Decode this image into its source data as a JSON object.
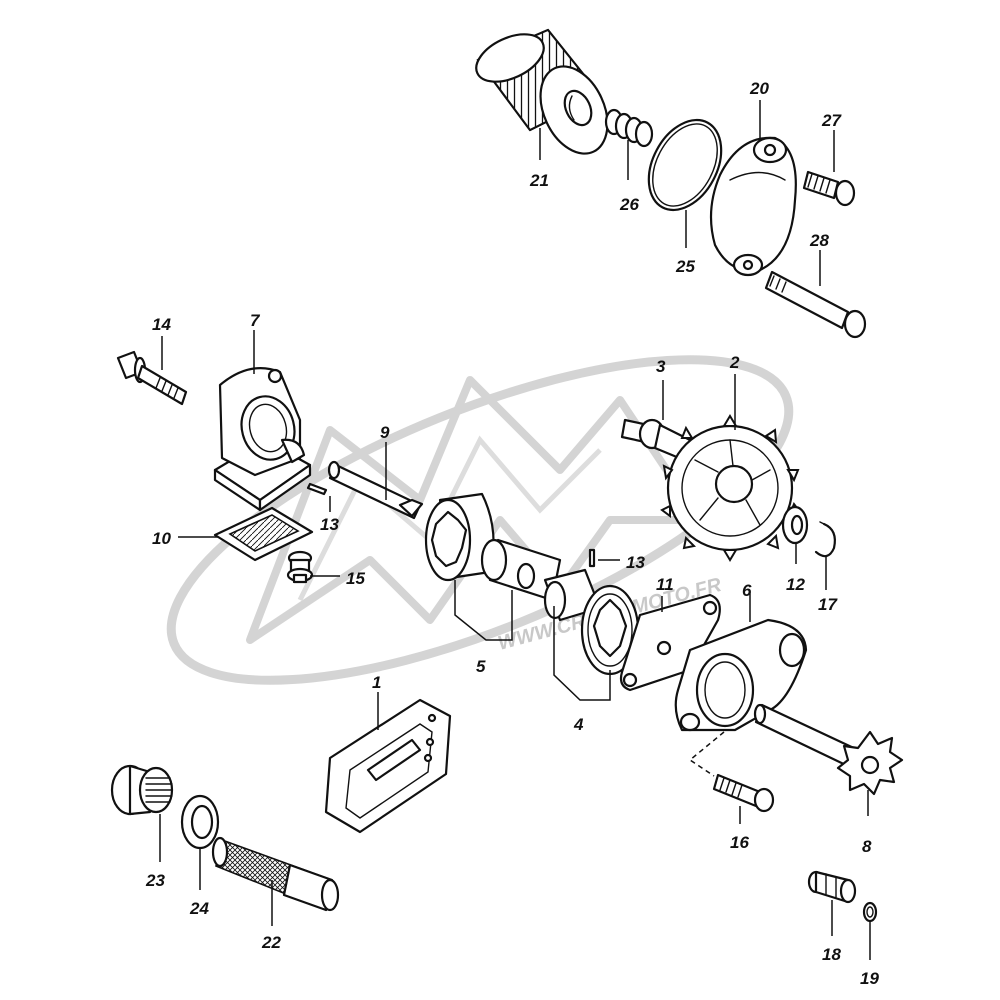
{
  "diagram": {
    "watermark_text": "WWW.CROSS-MOTO.FR",
    "callouts": {
      "c1": "1",
      "c2": "2",
      "c3": "3",
      "c4": "4",
      "c5": "5",
      "c6": "6",
      "c7": "7",
      "c8": "8",
      "c9": "9",
      "c10": "10",
      "c11": "11",
      "c12": "12",
      "c13a": "13",
      "c13b": "13",
      "c14": "14",
      "c15": "15",
      "c16": "16",
      "c17": "17",
      "c18": "18",
      "c19": "19",
      "c20": "20",
      "c21": "21",
      "c22": "22",
      "c23": "23",
      "c24": "24",
      "c25": "25",
      "c26": "26",
      "c27": "27",
      "c28": "28"
    },
    "colors": {
      "line": "#111111",
      "watermark": "#c8c8c8",
      "background": "#ffffff"
    }
  }
}
